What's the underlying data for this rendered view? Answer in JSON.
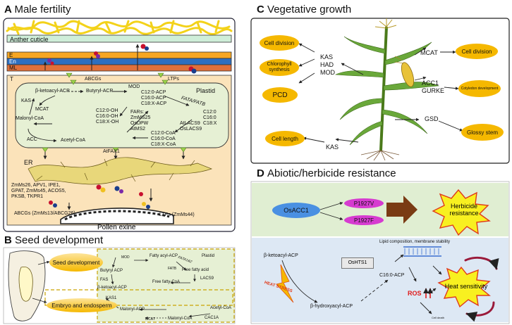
{
  "panelA": {
    "letter": "A",
    "title": "Male fertility",
    "anther_cuticle": "Anther cuticle",
    "layers": [
      "E",
      "En",
      "ML",
      "T"
    ],
    "abcgs": "ABCGs",
    "ltps": "LTPs",
    "plastid": "Plastid",
    "b_ketoacyl_acp": "β-ketoacyl-ACP",
    "butyryl_acp": "Butyryl-ACP",
    "mod": "MOD",
    "kas": "KAS",
    "mcat": "MCAT",
    "malonyl_coa": "Malonyl-CoA",
    "acc": "ACC",
    "acetyl_coa": "Acetyl-CoA",
    "c12_acp": "C12:0-ACP",
    "c16_acp": "C16:0-ACP",
    "c18_acp": "C18:X-ACP",
    "fata_fatb": "FATA/FATB",
    "c12": "C12:0",
    "c16": "C16:0",
    "c18": "C18:X",
    "c12_oh": "C12:0-OH",
    "c16_oh": "C16:0-OH",
    "c18_oh": "C18:X-OH",
    "fars": "FARs:",
    "zmms25": "ZmMS25",
    "osdpw": "OsDPW",
    "atms2": "AtMS2",
    "atlacs9": "AtLACS9",
    "oslacs9": "OsLACS9",
    "c12_coa": "C12:0-CoA",
    "c16_coa": "C16:0-CoA",
    "c18_coa": "C18:X-CoA",
    "atfax1": "AtFAX1",
    "er": "ER",
    "gene_lines": [
      "ZmMs26, APV1, IPE1,",
      "GPAT, ZmMs45, ACOS5,",
      "PKSB, TKPR1"
    ],
    "abcgs_zm": "ABCGs (ZmMs13/ABCG26)",
    "ltps_zm": "LTPs (ZmMs44)",
    "pollen_exine": "Pollen exine"
  },
  "panelB": {
    "letter": "B",
    "title": "Seed development",
    "seed_development": "Seed development",
    "embryo_endosperm": "Embryo and endosperm",
    "mod": "MOD",
    "fatty_acyl_acp": "Fatty acyl-ACP",
    "fata_b2": "FATA1&2",
    "plastid": "Plastid",
    "butyryl_acp": "Butyryl ACP",
    "fatb": "FATB",
    "free_fatty_acid": "Free fatty acid",
    "fas": "FAS",
    "b_ketoacyl_acp": "β-ketoacyl-ACP",
    "free_fatty_coa": "Free fatty-CoA",
    "lacs9": "LACS9",
    "kas1": "KAS1",
    "acetyl_coa": "Acetyl-CoA",
    "malonyl_acp": "Malonyl-ACP",
    "mcat": "MCAT",
    "malonyl_coa": "Malonyl-CoA",
    "cac1a": "CAC1A"
  },
  "panelC": {
    "letter": "C",
    "title": "Vegetative growth",
    "cell_division": "Cell division",
    "chlorophyll": "Chlorophyll synthesis",
    "pcd": "PCD",
    "kas_had_mod": [
      "KAS",
      "HAD",
      "MOD"
    ],
    "mcat": "MCAT",
    "cell_division2": "Cell division",
    "acc1": "ACC1",
    "gurke": "GURKE",
    "cotyledon": "Cotyledon development",
    "gsd": "GSD",
    "glossy": "Glossy stem",
    "cell_length": "Cell length",
    "kas": "KAS"
  },
  "panelD": {
    "letter": "D",
    "title": "Abiotic/herbicide resistance",
    "osacc1": "OsACC1",
    "p1927v": "P1927V",
    "p1927f": "P1927F",
    "herbicide": "Herbicide resistance",
    "b_ketoacyl_acp": "β-ketoacyl-ACP",
    "oshts1": "OsHTS1",
    "lipid": "Lipid composition, membrane stability",
    "heat_stress": "HEAT STRESS",
    "c16_acp": "C16:0-ACP",
    "heat_sensitivity": "Heat sensitivity",
    "ros": "ROS",
    "b_hydroxyacyl_acp": "β-hydroxyacyl-ACP",
    "cell_death": "Cell death"
  },
  "colors": {
    "orange": "#f5b800",
    "plastid": "#e6f0d4",
    "tapetum": "#fbe3ba",
    "layerE": "#f6a623",
    "layerEn": "#2e6fc0",
    "layerML": "#e0703a",
    "cuticle": "#cfeed9",
    "herbicide_bg": "#e0eed2",
    "heat_bg": "#dde8f4",
    "osacc1": "#4a90e2",
    "mutation": "#d63bd0",
    "arrow_brown": "#7a3b14"
  }
}
